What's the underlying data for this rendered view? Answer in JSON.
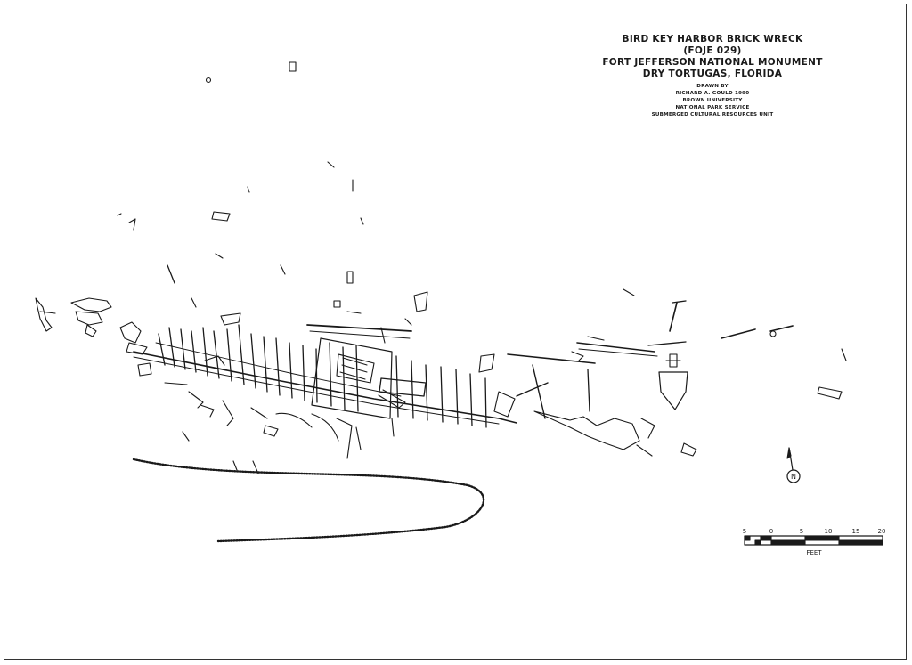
{
  "title": {
    "line1": "BIRD KEY HARBOR BRICK WRECK",
    "line2": "(FOJE 029)",
    "line3": "FORT JEFFERSON NATIONAL MONUMENT",
    "line4": "DRY TORTUGAS, FLORIDA"
  },
  "credits": {
    "drawn_by": "DRAWN BY",
    "author": "RICHARD A. GOULD 1990",
    "institution": "BROWN UNIVERSITY",
    "agency": "NATIONAL PARK SERVICE",
    "unit": "SUBMERGED CULTURAL RESOURCES UNIT"
  },
  "north_arrow": {
    "label": "N"
  },
  "scale_bar": {
    "ticks": [
      "5",
      "0",
      "5",
      "10",
      "15",
      "20"
    ],
    "unit": "FEET"
  },
  "colors": {
    "ink": "#1a1a1a",
    "paper": "#ffffff"
  }
}
